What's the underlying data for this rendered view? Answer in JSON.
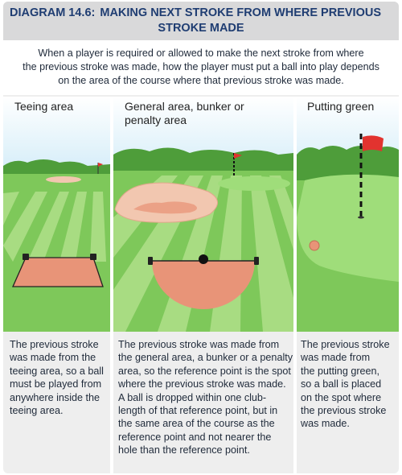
{
  "title": {
    "label": "DIAGRAM 14.6:",
    "line1": "MAKING NEXT STROKE FROM WHERE PREVIOUS",
    "line2": "STROKE MADE"
  },
  "intro": {
    "lines": [
      "When a player is required or allowed to make the next stroke from where",
      "the previous stroke was made, how the player must put a ball into play depends",
      "on the area of the course where that previous stroke was made."
    ]
  },
  "panels": [
    {
      "title_lines": [
        "Teeing area"
      ],
      "desc_lines": [
        "The previous stroke",
        "was made from the",
        "teeing area, so a ball",
        "must be played from",
        "anywhere inside the",
        "teeing area."
      ]
    },
    {
      "title_lines": [
        "General area, bunker or",
        "penalty area"
      ],
      "desc_lines": [
        "The previous stroke was made from",
        "the general area, a bunker or a penalty",
        "area, so the reference point is the spot",
        "where the previous stroke was made.",
        "A ball is dropped within one club-",
        "length of that reference point, but in",
        "the same area of the course as the",
        "reference point and not nearer the",
        "hole than the reference point."
      ]
    },
    {
      "title_lines": [
        "Putting green"
      ],
      "desc_lines": [
        "The previous stroke",
        "was made from",
        "the putting green,",
        "so a ball is placed",
        "on the spot where",
        "the previous stroke",
        "was made."
      ]
    }
  ],
  "colors": {
    "title_text": "#1f3d72",
    "title_bg": "#d9d9da",
    "sky": "#9ed4ef",
    "grass": "#7ec85a",
    "stripe": "#a8dc82",
    "sand": "#f2c7b0",
    "zone": "#e89478",
    "flag": "#e2332f"
  }
}
